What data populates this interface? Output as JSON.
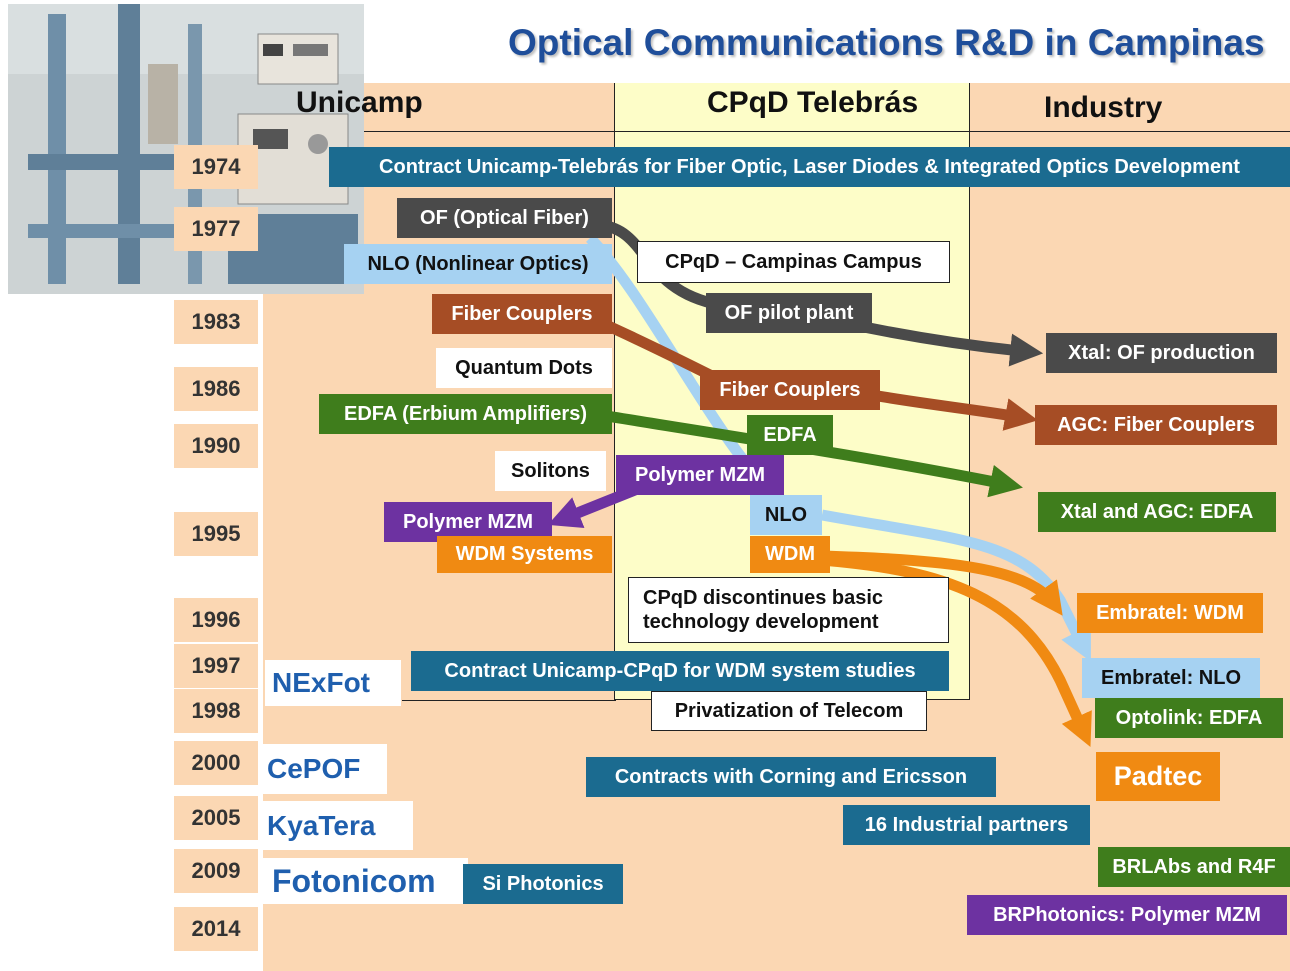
{
  "title": "Optical Communications R&D in Campinas",
  "columns": {
    "unicamp": "Unicamp",
    "cpqd": "CPqD Telebrás",
    "industry": "Industry"
  },
  "years": [
    "1974",
    "1977",
    "1983",
    "1986",
    "1990",
    "1995",
    "1996",
    "1997",
    "1998",
    "2000",
    "2005",
    "2009",
    "2014"
  ],
  "groups": {
    "nexfot": "NExFot",
    "cepof": "CePOF",
    "kyatera": "KyaTera",
    "fotonicom": "Fotonicom"
  },
  "boxes": {
    "contract_1974": "Contract Unicamp-Telebrás for Fiber Optic, Laser Diodes & Integrated Optics Development",
    "of": "OF (Optical Fiber)",
    "cpqd_campus": "CPqD – Campinas Campus",
    "nlo": "NLO (Nonlinear Optics)",
    "of_pilot": "OF pilot plant",
    "fiber_couplers_u": "Fiber Couplers",
    "xtal_of": "Xtal: OF production",
    "quantum_dots": "Quantum Dots",
    "fiber_couplers_c": "Fiber Couplers",
    "edfa_u": "EDFA (Erbium Amplifiers)",
    "agc_fc": "AGC: Fiber Couplers",
    "edfa_c": "EDFA",
    "solitons": "Solitons",
    "polymer_c": "Polymer MZM",
    "xtal_agc_edfa": "Xtal and AGC: EDFA",
    "polymer_u": "Polymer MZM",
    "nlo_c": "NLO",
    "wdm_u": "WDM Systems",
    "wdm_c": "WDM",
    "cpqd_disc_1": "CPqD discontinues basic",
    "cpqd_disc_2": "technology development",
    "embratel_wdm": "Embratel: WDM",
    "contract_1997": "Contract Unicamp-CPqD for WDM system studies",
    "embratel_nlo": "Embratel: NLO",
    "privatization": "Privatization of Telecom",
    "optolink": "Optolink: EDFA",
    "corning": "Contracts with Corning and Ericsson",
    "padtec": "Padtec",
    "partners": "16 Industrial partners",
    "si_photonics": "Si Photonics",
    "brlabs": "BRLAbs and R4F",
    "brphotonics": "BRPhotonics: Polymer MZM"
  },
  "colors": {
    "teal": "#1b6b90",
    "dark_gray": "#4a4a4a",
    "light_blue": "#a6d2f2",
    "brown": "#a64d25",
    "green": "#3f7d1c",
    "purple": "#6d32a1",
    "orange": "#f08a12",
    "background": "#fbd7b3",
    "cpqd_background": "#fdfdc8",
    "title_blue": "#1f4e9a"
  }
}
